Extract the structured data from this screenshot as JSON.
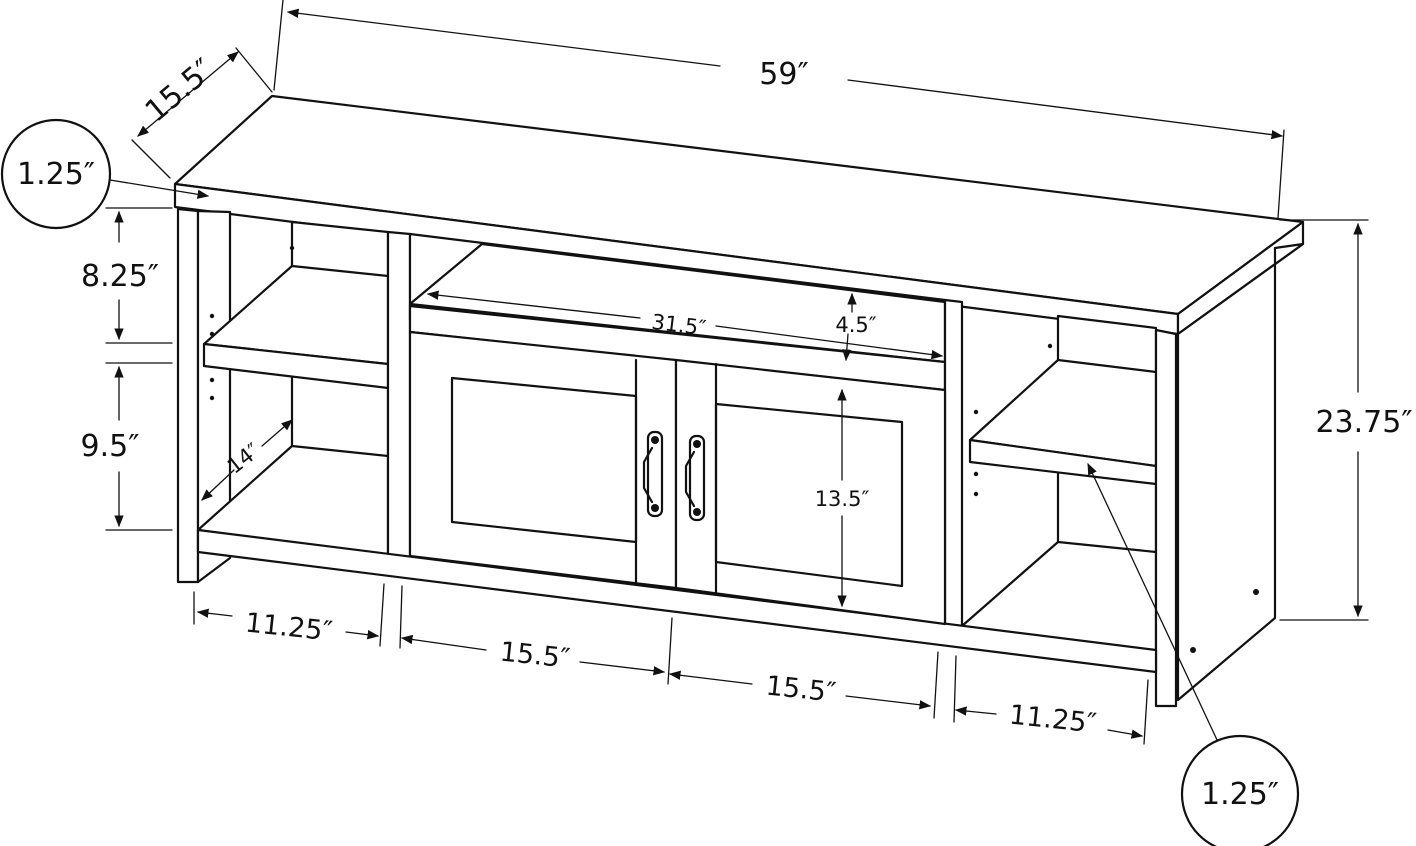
{
  "dimensions": {
    "total_width": "59″",
    "depth": "15.5″",
    "top_thickness": "1.25″",
    "upper_shelf_height": "8.25″",
    "lower_shelf_height": "9.5″",
    "shelf_depth": "14″",
    "total_height": "23.75″",
    "center_opening_width": "31.5″",
    "center_opening_height": "4.5″",
    "door_height": "13.5″",
    "left_bay_width": "11.25″",
    "left_door_width": "15.5″",
    "right_door_width": "15.5″",
    "right_bay_width": "11.25″",
    "shelf_thickness": "1.25″"
  }
}
